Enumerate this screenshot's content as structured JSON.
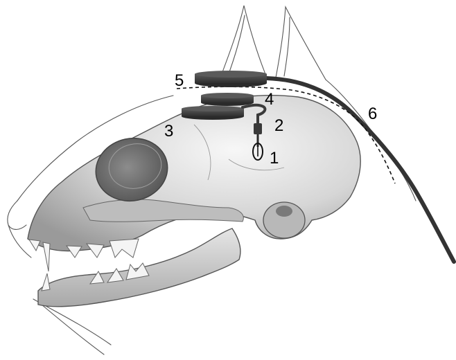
{
  "callouts": {
    "c1": "1",
    "c2": "2",
    "c3": "3",
    "c4": "4",
    "c5": "5",
    "c6": "6"
  },
  "colors": {
    "background": "#ffffff",
    "sketch_line": "#444444",
    "skull_light": "#efefef",
    "skull_mid": "#c9c9c9",
    "skull_dark": "#8a8a8a",
    "orbit": "#6f6f6f",
    "device_dark": "#3a3a3a",
    "cable": "#333333"
  }
}
